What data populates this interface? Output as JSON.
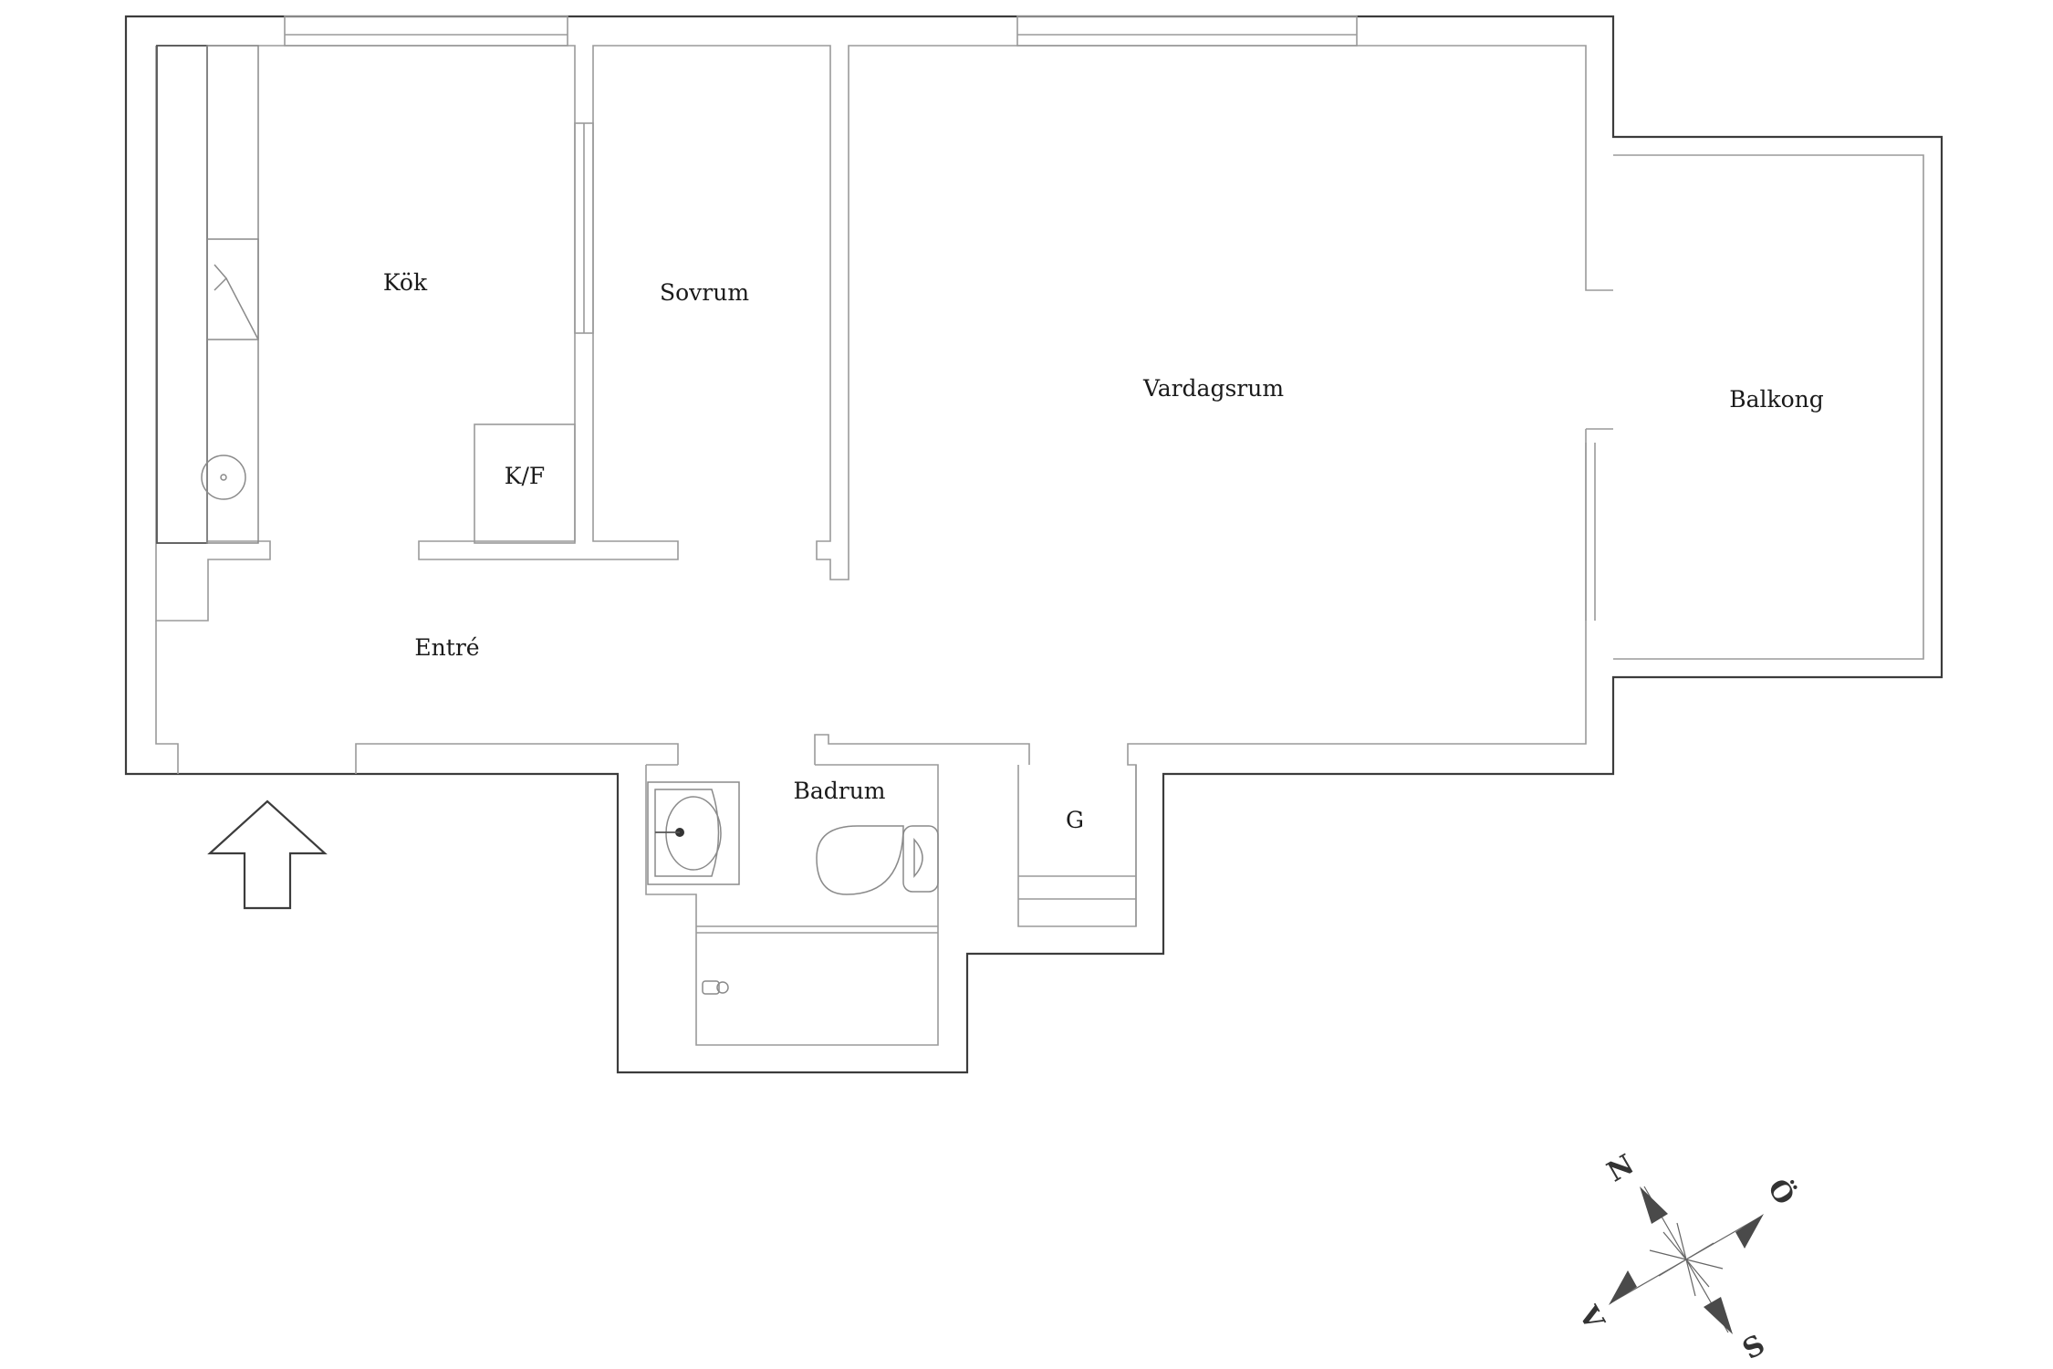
{
  "rooms": {
    "kok": "Kök",
    "sovrum": "Sovrum",
    "kf": "K/F",
    "vardagsrum": "Vardagsrum",
    "balkong": "Balkong",
    "entre": "Entré",
    "badrum": "Badrum",
    "g": "G"
  },
  "compass": {
    "north": "N",
    "east": "Ö",
    "south": "S",
    "west": "V"
  },
  "colors": {
    "outer_wall": "#3c3c3c",
    "inner_wall": "#9a9a9a",
    "compass_arrow": "#4a4a4a"
  }
}
